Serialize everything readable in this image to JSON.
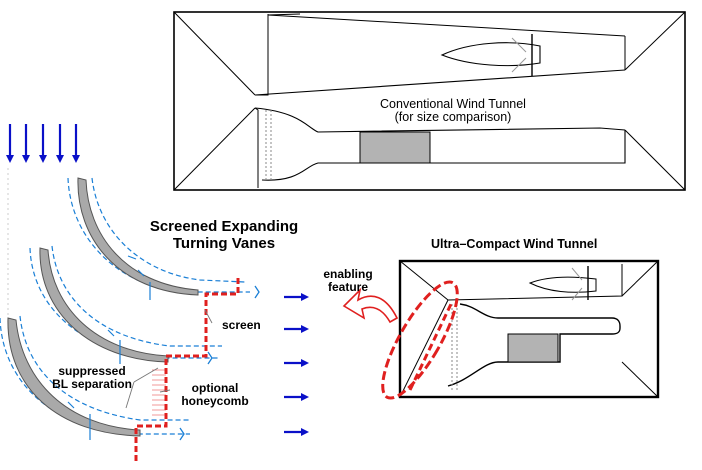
{
  "labels": {
    "conventional_title": "Conventional Wind Tunnel",
    "conventional_subtitle": "(for size comparison)",
    "vanes_title_line1": "Screened Expanding",
    "vanes_title_line2": "Turning Vanes",
    "compact_title": "Ultra–Compact  Wind Tunnel",
    "enabling_line1": "enabling",
    "enabling_line2": "feature",
    "screen": "screen",
    "suppressed_line1": "suppressed",
    "suppressed_line2": "BL separation",
    "optional_line1": "optional",
    "optional_line2": "honeycomb"
  },
  "colors": {
    "outline": "#000000",
    "flow_arrow": "#0a10c8",
    "boundary_dash": "#1a7fd6",
    "screen_dash": "#e0201f",
    "vane_fill": "#a9a9a9",
    "test_section_fill": "#b3b3b3",
    "honeycomb_hatch": "#f29a9a"
  }
}
